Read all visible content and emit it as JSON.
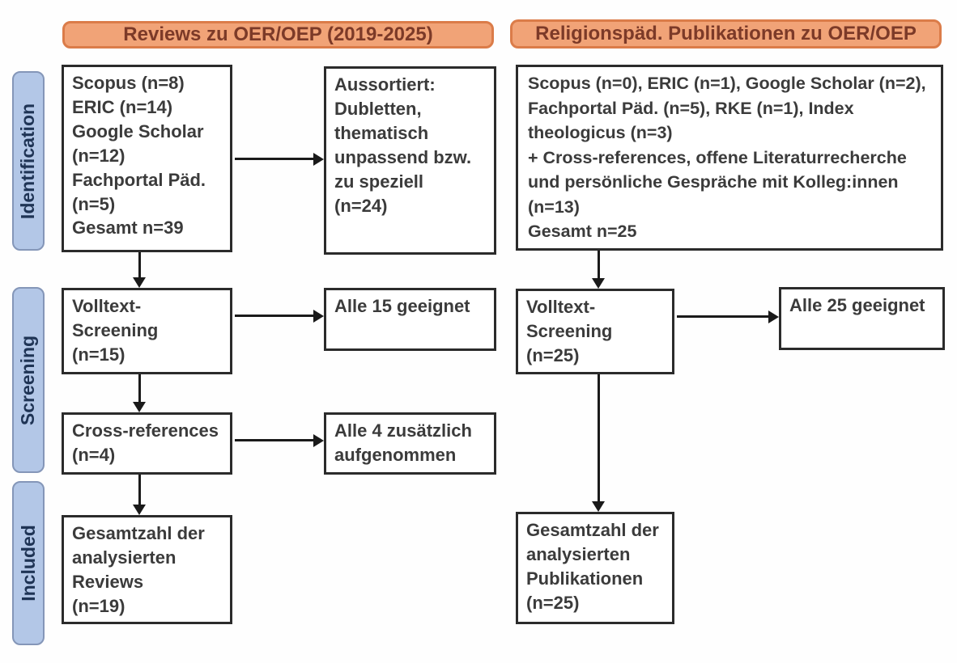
{
  "colors": {
    "header_fill": "#F1A377",
    "header_border": "#DB7C49",
    "header_text": "#7C3A28",
    "stage_fill": "#B3C7E7",
    "stage_border": "#8496B8",
    "stage_text": "#1F3455",
    "box_border": "#2B2B2B",
    "box_text": "#3B3B3B",
    "arrow": "#1A1A1A"
  },
  "headers": [
    {
      "label": "Reviews zu OER/OEP (2019-2025)"
    },
    {
      "label": "Religionspäd. Publikationen zu OER/OEP"
    }
  ],
  "stages": [
    {
      "label": "Identification"
    },
    {
      "label": "Screening"
    },
    {
      "label": "Included"
    }
  ],
  "boxes": {
    "left_sources": {
      "text": "Scopus (n=8)\nERIC (n=14)\nGoogle Scholar\n(n=12)\nFachportal Päd.\n(n=5)\nGesamt n=39"
    },
    "left_excluded": {
      "text": "Aussortiert:\nDubletten,\nthematisch\nunpassend bzw.\nzu speziell\n(n=24)"
    },
    "right_sources": {
      "text": "Scopus (n=0), ERIC (n=1), Google Scholar (n=2),\nFachportal Päd. (n=5), RKE (n=1), Index\ntheologicus (n=3)\n+ Cross-references, offene Literaturrecherche\nund persönliche Gespräche mit Kolleg:innen\n(n=13)\nGesamt n=25"
    },
    "left_fulltext": {
      "text": "Volltext-\nScreening\n(n=15)"
    },
    "left_eligible": {
      "text": "Alle 15 geeignet"
    },
    "right_fulltext": {
      "text": "Volltext-\nScreening\n(n=25)"
    },
    "right_eligible": {
      "text": "Alle 25 geeignet"
    },
    "left_crossref": {
      "text": "Cross-references\n(n=4)"
    },
    "left_added": {
      "text": "Alle 4 zusätzlich\naufgenommen"
    },
    "left_total": {
      "text": "Gesamtzahl der\nanalysierten\nReviews\n(n=19)"
    },
    "right_total": {
      "text": "Gesamtzahl der\nanalysierten\nPublikationen\n(n=25)"
    }
  }
}
